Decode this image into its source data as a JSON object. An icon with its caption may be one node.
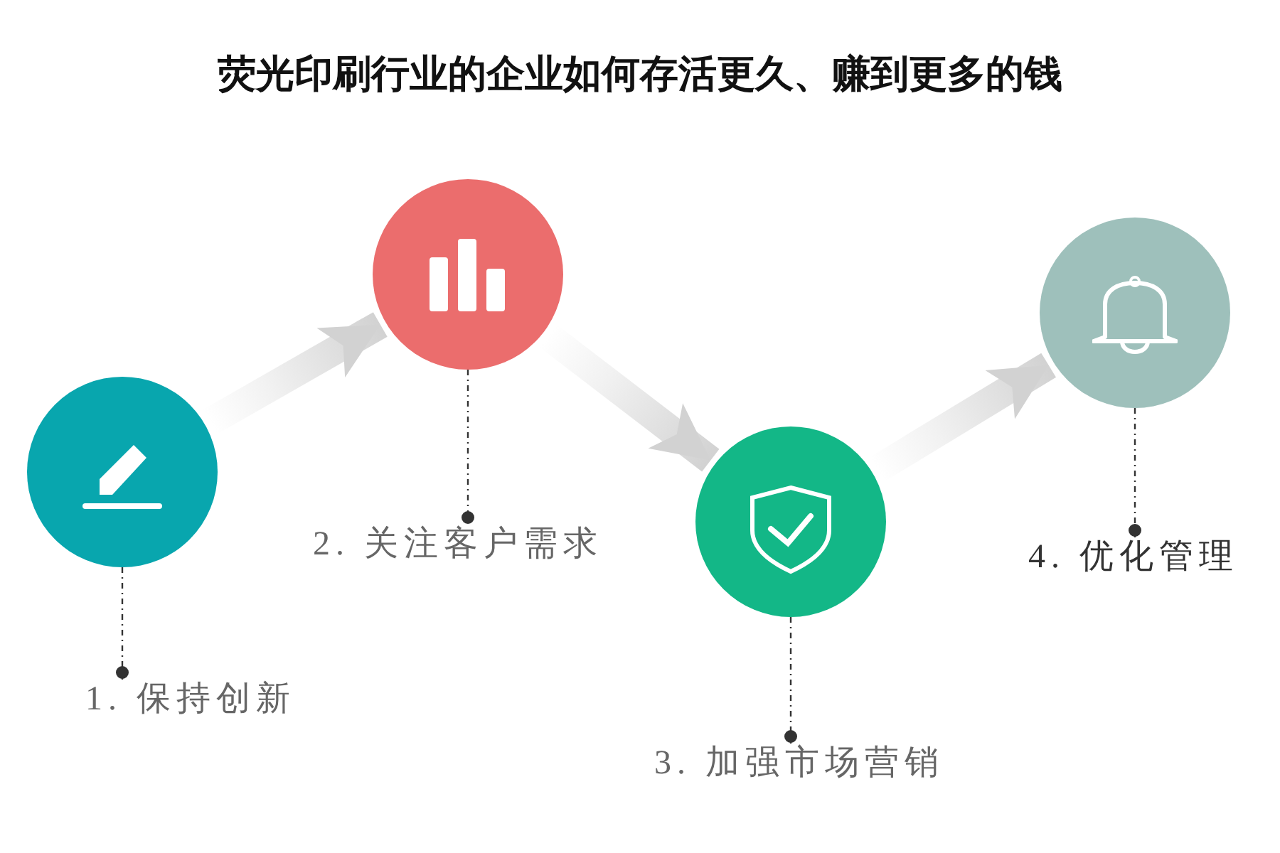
{
  "diagram": {
    "title": "荧光印刷行业的企业如何存活更久、赚到更多的钱",
    "nodes": [
      {
        "text": [],
        "shape": "circle"
      },
      {
        "text": [],
        "shape": "circle"
      },
      {
        "text": [],
        "shape": "circle"
      },
      {
        "text": [],
        "shape": "circle"
      },
      {
        "text": [
          "1. 保持创新"
        ]
      },
      {
        "text": [
          "2. 关注客户需求"
        ]
      },
      {
        "text": [
          "3. 加强市场营销"
        ]
      },
      {
        "text": [
          "4. 优化管理"
        ]
      }
    ],
    "edges": [
      {
        "from": 0,
        "to": 1,
        "arrow": "to",
        "style": "thick",
        "color": "#d2d2d2"
      },
      {
        "from": 1,
        "to": 2,
        "arrow": "to",
        "style": "thick",
        "color": "#d2d2d2"
      },
      {
        "from": 2,
        "to": 3,
        "arrow": "to",
        "style": "thick",
        "color": "#d2d2d2"
      },
      {
        "from": 0,
        "to": 4,
        "arrow": "other",
        "style": "dashed"
      },
      {
        "from": 1,
        "to": 5,
        "arrow": "other",
        "style": "dashed"
      },
      {
        "from": 2,
        "to": 6,
        "arrow": "other",
        "style": "dashed"
      },
      {
        "from": 3,
        "to": 7,
        "arrow": "other",
        "style": "dashed"
      }
    ]
  }
}
